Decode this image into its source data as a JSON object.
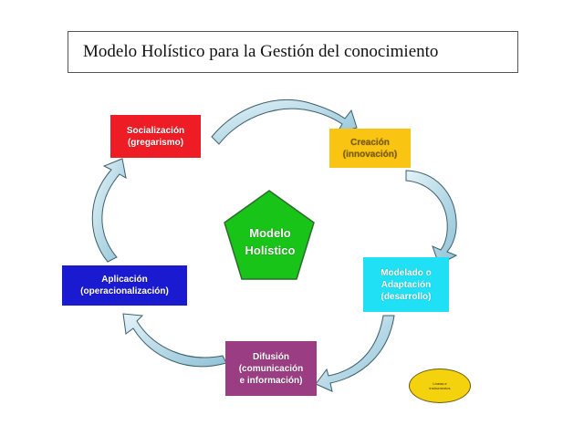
{
  "title": "Modelo Holístico para la Gestión del conocimiento",
  "center": {
    "line1": "Modelo",
    "line2": "Holístico",
    "color": "#17c417"
  },
  "nodes": {
    "socializacion": {
      "line1": "Socialización",
      "line2": "(gregarismo)",
      "color": "#ee1c24"
    },
    "creacion": {
      "line1": "Creación",
      "line2": "(innovación)",
      "color": "#f9c412"
    },
    "modelado": {
      "line1": "Modelado o",
      "line2": "Adaptación",
      "line3": "(desarrollo)",
      "color": "#1fe0f4"
    },
    "difusion": {
      "line1": "Difusión",
      "line2": "(comunicación",
      "line3": "e información)",
      "color": "#9b3d82"
    },
    "aplicacion": {
      "line1": "Aplicación",
      "line2": "(operacionalización)",
      "color": "#1a1ad0"
    }
  },
  "badge": {
    "line1": "Líneas e",
    "line2": "instrumentos",
    "color": "#f4d20d"
  },
  "arrow_color": "#b9dde9"
}
